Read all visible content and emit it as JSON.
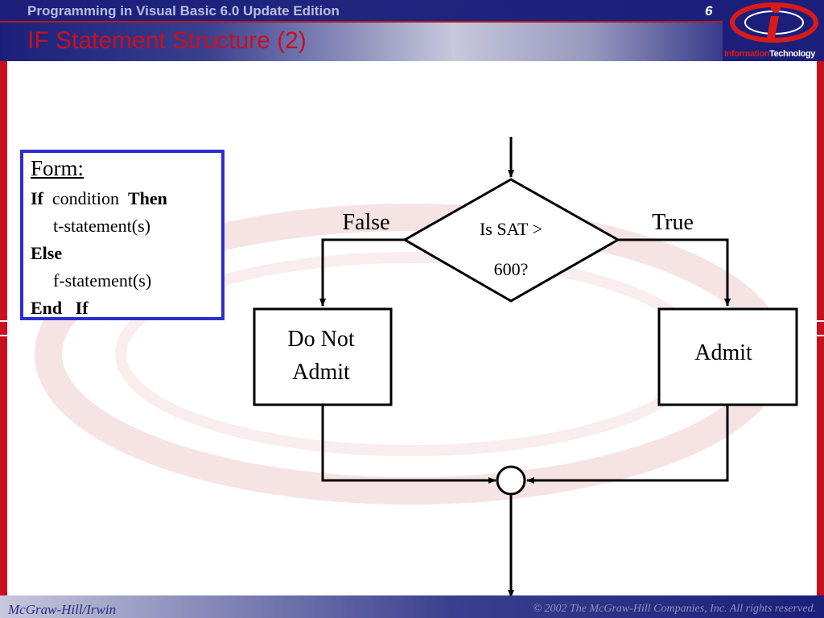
{
  "header": {
    "course_title": "Programming in Visual Basic 6.0 Update Edition",
    "page_number": "6",
    "slide_title": "IF Statement Structure (2)"
  },
  "logo": {
    "word1": "Information",
    "word2": "Technology",
    "icon": "it-logo-icon"
  },
  "form_box": {
    "heading": "Form:",
    "line1_kw1": "If",
    "line1_text": "condition",
    "line1_kw2": "Then",
    "line2": "t-statement(s)",
    "line3": "Else",
    "line4": "f-statement(s)",
    "line5_kw1": "End",
    "line5_kw2": "If",
    "border_color": "#2b2fd0"
  },
  "flowchart": {
    "decision_line1": "Is SAT >",
    "decision_line2": "600?",
    "false_label": "False",
    "true_label": "True",
    "false_box_line1": "Do Not",
    "false_box_line2": "Admit",
    "true_box": "Admit"
  },
  "footer": {
    "publisher": "McGraw-Hill/Irwin",
    "copyright": "© 2002  The McGraw-Hill Companies, Inc. All rights reserved."
  },
  "colors": {
    "title_red": "#c8101e",
    "header_navy": "#1b1f7a",
    "box_blue": "#2b2fd0"
  }
}
